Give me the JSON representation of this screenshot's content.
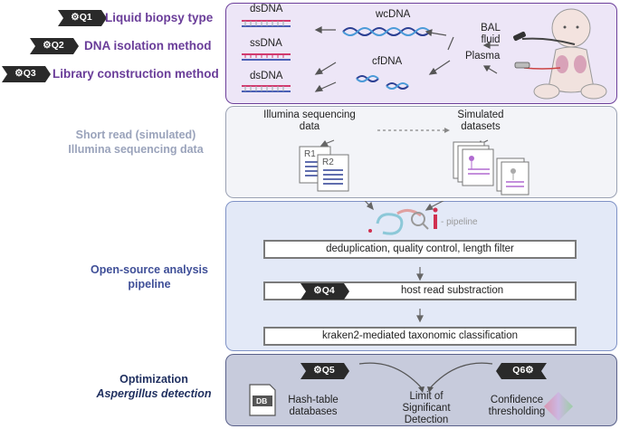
{
  "questions": [
    {
      "tag": "Q1",
      "label": "Liquid biopsy type"
    },
    {
      "tag": "Q2",
      "label": "DNA isolation method"
    },
    {
      "tag": "Q3",
      "label": "Library construction method"
    },
    {
      "tag": "Q4"
    },
    {
      "tag": "Q5"
    },
    {
      "tag": "Q6"
    }
  ],
  "sections": {
    "short_read": "Short read (simulated) Illumina sequencing data",
    "pipeline": "Open-source analysis pipeline",
    "optimization_line1": "Optimization",
    "optimization_line2": "Aspergillus detection"
  },
  "panel1": {
    "dsdna_top": "dsDNA",
    "ssdna": "ssDNA",
    "dsdna_bottom": "dsDNA",
    "wcdna": "wcDNA",
    "cfdna": "cfDNA",
    "bal": "BAL fluid",
    "plasma": "Plasma"
  },
  "panel2": {
    "illumina": "Illumina sequencing data",
    "simulated": "Simulated datasets",
    "r1": "R1",
    "r2": "R2"
  },
  "panel3": {
    "logo_suffix": "- pipeline",
    "step1": "deduplication, quality control, length filter",
    "step2": "host read substraction",
    "step3": "kraken2-mediated taxonomic classification"
  },
  "panel4": {
    "db_icon": "DB",
    "hash": "Hash-table databases",
    "limit": "Limit of Significant Detection",
    "confidence": "Confidence thresholding"
  },
  "colors": {
    "purple": "#6a3d99",
    "gray_blue": "#9aa3bb",
    "blue": "#3f4f98",
    "navy": "#1f2f5f",
    "tag_bg": "#2a2a2a"
  }
}
